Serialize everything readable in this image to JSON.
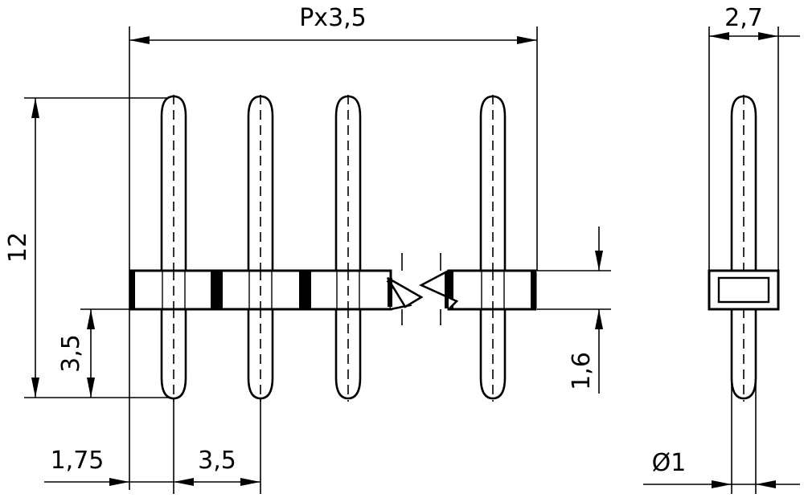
{
  "dimensions": {
    "pitch_total": "Px3,5",
    "height": "12",
    "lower_length": "3,5",
    "edge_offset": "1,75",
    "pitch": "3,5",
    "body_height": "1,6",
    "side_width": "2,7",
    "pin_diameter": "Ø1"
  }
}
